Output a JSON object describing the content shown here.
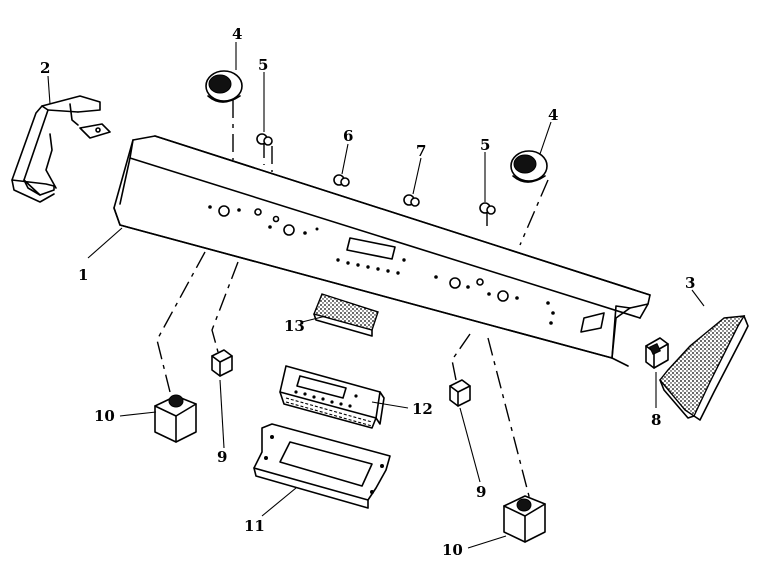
{
  "callouts": {
    "c1": "1",
    "c2": "2",
    "c3": "3",
    "c4a": "4",
    "c4b": "4",
    "c5a": "5",
    "c5b": "5",
    "c6": "6",
    "c7": "7",
    "c8": "8",
    "c9a": "9",
    "c9b": "9",
    "c10a": "10",
    "c10b": "10",
    "c11": "11",
    "c12": "12",
    "c13": "13"
  }
}
